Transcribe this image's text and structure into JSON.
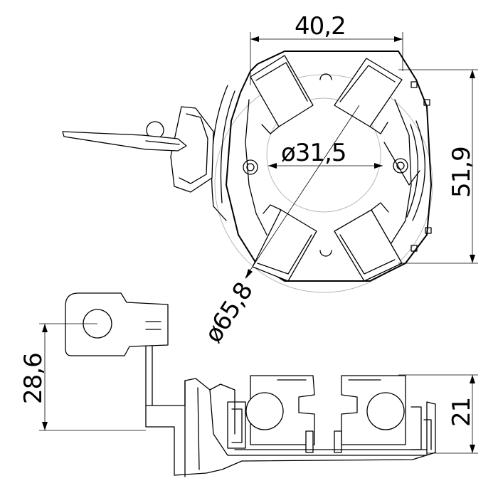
{
  "dimensions": {
    "top_width": "40,2",
    "inner_diameter": "ø31,5",
    "right_height": "51,9",
    "outer_diameter": "ø65,8",
    "left_height": "28,6",
    "side_height": "21"
  }
}
